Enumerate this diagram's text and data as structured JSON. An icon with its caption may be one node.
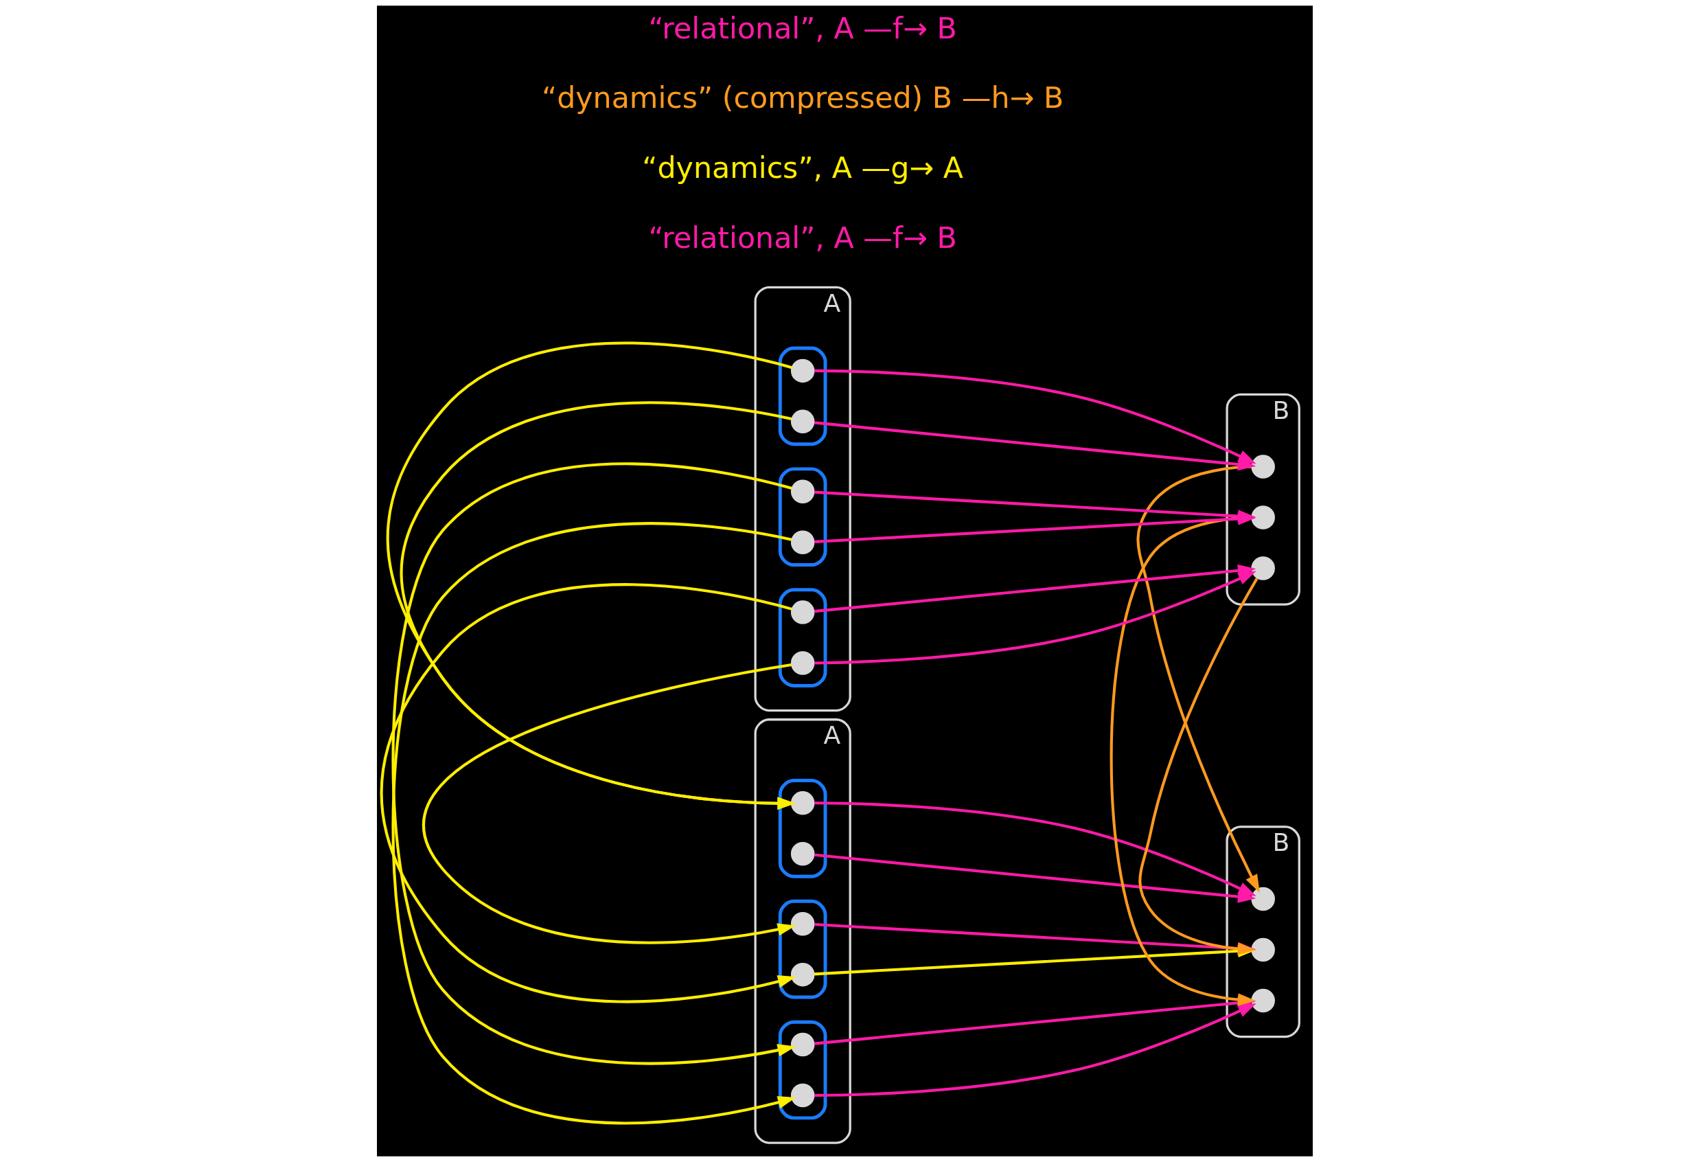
{
  "diagram": {
    "nodes": [
      {
        "text": [
          "A"
        ]
      },
      {
        "text": [],
        "shape": "ellipse",
        "in": 0
      },
      {
        "text": [],
        "shape": "circle",
        "in": 1
      },
      {
        "text": [],
        "shape": "circle",
        "in": 1
      },
      {
        "text": [],
        "shape": "ellipse",
        "in": 0
      },
      {
        "text": [],
        "shape": "circle",
        "in": 4
      },
      {
        "text": [],
        "shape": "circle",
        "in": 4
      },
      {
        "text": [],
        "shape": "ellipse",
        "in": 0
      },
      {
        "text": [],
        "shape": "circle",
        "in": 7
      },
      {
        "text": [],
        "shape": "circle",
        "in": 7
      },
      {
        "text": [
          "B"
        ]
      },
      {
        "text": [],
        "shape": "circle",
        "in": 10
      },
      {
        "text": [],
        "shape": "circle",
        "in": 10
      },
      {
        "text": [],
        "shape": "circle",
        "in": 10
      },
      {
        "text": [
          "A"
        ]
      },
      {
        "text": [],
        "shape": "ellipse",
        "in": 14
      },
      {
        "text": [],
        "shape": "circle",
        "in": 15
      },
      {
        "text": [],
        "shape": "circle",
        "in": 15
      },
      {
        "text": [],
        "shape": "ellipse",
        "in": 14
      },
      {
        "text": [],
        "shape": "circle",
        "in": 18
      },
      {
        "text": [],
        "shape": "circle",
        "in": 18
      },
      {
        "text": [],
        "shape": "ellipse",
        "in": 14
      },
      {
        "text": [],
        "shape": "circle",
        "in": 21
      },
      {
        "text": [],
        "shape": "circle",
        "in": 21
      },
      {
        "text": [
          "B"
        ]
      },
      {
        "text": [],
        "shape": "circle",
        "in": 24
      },
      {
        "text": [],
        "shape": "circle",
        "in": 24
      },
      {
        "text": [],
        "shape": "circle",
        "in": 24
      }
    ],
    "edges": [
      {
        "from": 3,
        "to": 11,
        "arrow": "to"
      },
      {
        "from": 2,
        "to": 11,
        "arrow": "to"
      },
      {
        "from": 8,
        "to": 12,
        "arrow": "to"
      },
      {
        "from": 9,
        "to": 12,
        "arrow": "to"
      },
      {
        "from": 5,
        "to": 13,
        "arrow": "to"
      },
      {
        "from": 6,
        "to": 13,
        "arrow": "to"
      },
      {
        "from": 17,
        "to": 25,
        "arrow": "to"
      },
      {
        "from": 16,
        "to": 25,
        "arrow": "to"
      },
      {
        "from": 22,
        "to": 26,
        "arrow": "to"
      },
      {
        "from": 23,
        "to": 26,
        "arrow": "to",
        "color": "#ffee00"
      },
      {
        "from": 19,
        "to": 27,
        "arrow": "to"
      },
      {
        "from": 20,
        "to": 27,
        "arrow": "to"
      },
      {
        "from": 3,
        "to": 16,
        "arrow": "to",
        "color": "#ffee00"
      },
      {
        "from": 2,
        "to": 16,
        "arrow": "to",
        "color": "#ffee00"
      },
      {
        "from": 5,
        "to": 23,
        "arrow": "to",
        "color": "#ffee00"
      },
      {
        "from": 6,
        "to": 22,
        "arrow": "to",
        "color": "#ffee00"
      },
      {
        "from": 8,
        "to": 19,
        "arrow": "to",
        "color": "#ffee00"
      },
      {
        "from": 9,
        "to": 20,
        "arrow": "to",
        "color": "#ffee00"
      },
      {
        "from": 11,
        "to": 25,
        "arrow": "to",
        "color": "#ff9a1f"
      },
      {
        "from": 12,
        "to": 27,
        "arrow": "to",
        "color": "#ff9a1f"
      },
      {
        "from": 13,
        "to": 26,
        "arrow": "to",
        "color": "#ff9a1f"
      }
    ],
    "labels": [
      "“relational”, A —f→ B",
      "“dynamics”, A —g→ A",
      "“dynamics” (compressed) B —h→ B",
      "“relational”, A —f→ B"
    ]
  }
}
